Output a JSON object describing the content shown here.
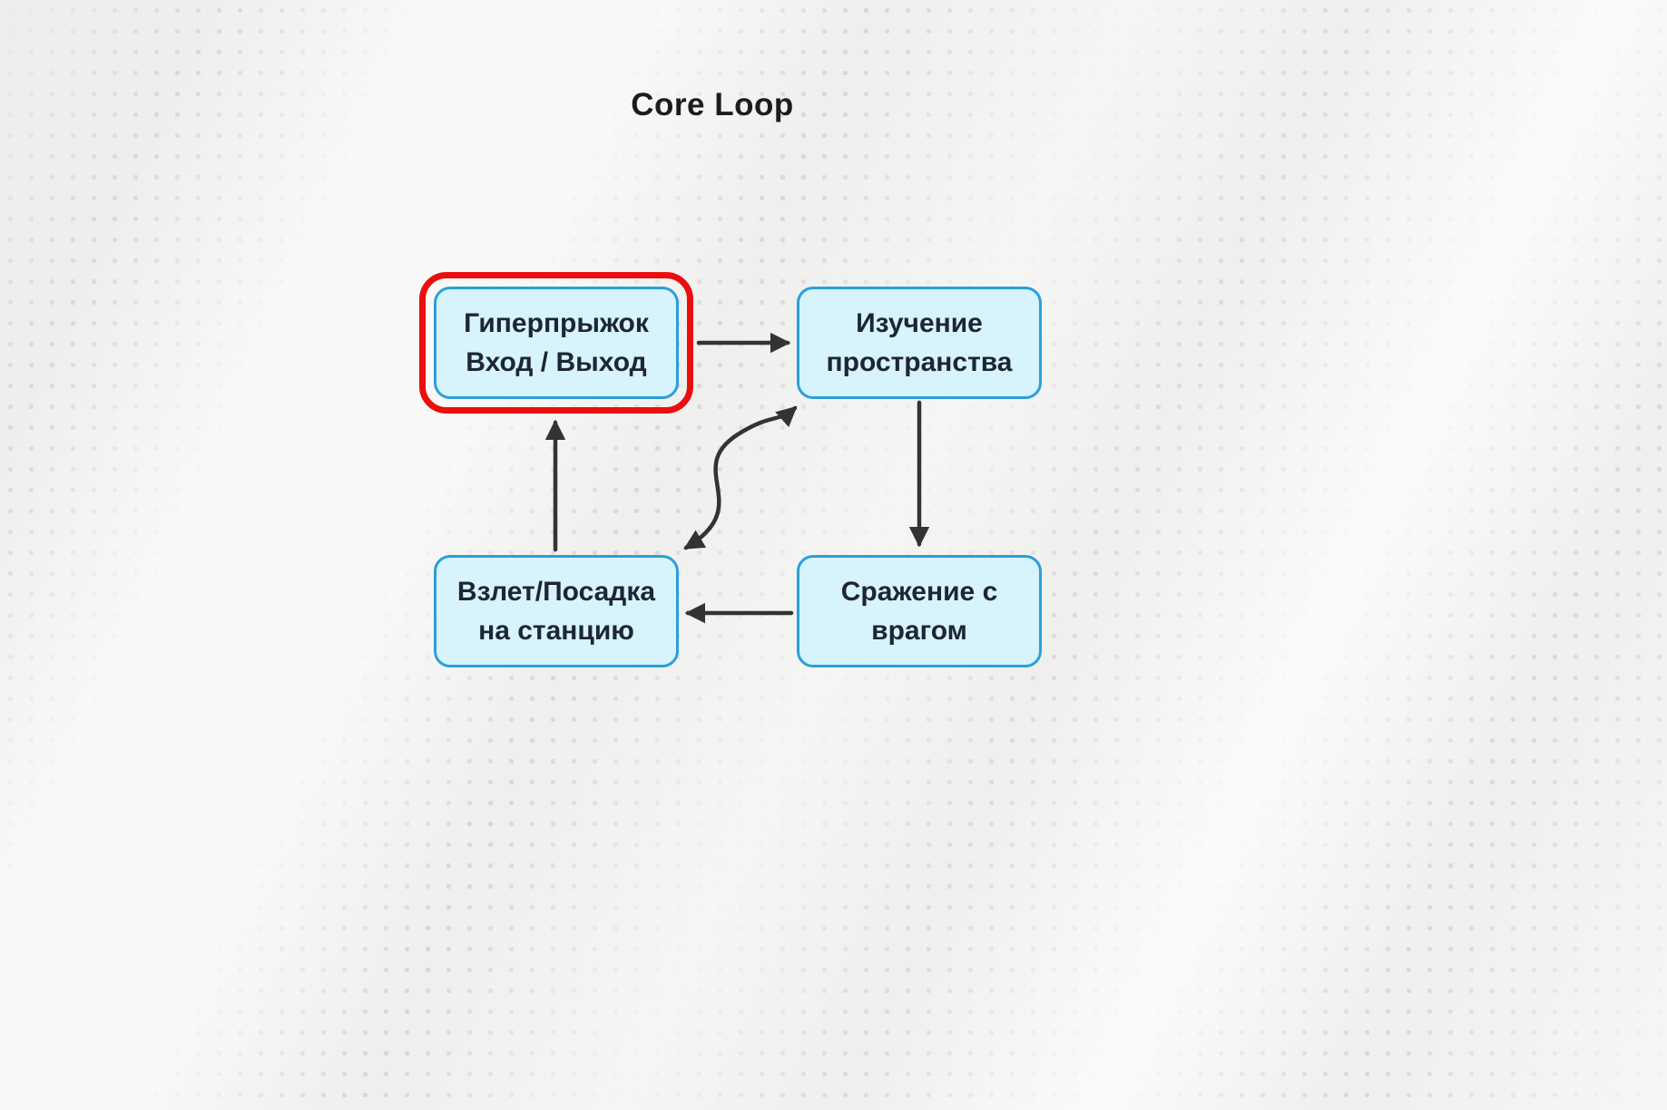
{
  "title": "Core Loop",
  "colors": {
    "node_fill": "#d7f3fb",
    "node_border": "#2b9fd9",
    "node_text": "#1d2633",
    "highlight": "#ea0e0e",
    "arrow": "#333333",
    "title_color": "#1c1c1c"
  },
  "nodes": [
    {
      "id": "hyperjump",
      "line1": "Гиперпрыжок",
      "line2": "Вход / Выход",
      "highlighted": true
    },
    {
      "id": "explore",
      "line1": "Изучение",
      "line2": "пространства",
      "highlighted": false
    },
    {
      "id": "combat",
      "line1": "Сражение с",
      "line2": "врагом",
      "highlighted": false
    },
    {
      "id": "station",
      "line1": "Взлет/Посадка",
      "line2": "на станцию",
      "highlighted": false
    }
  ],
  "edges": [
    {
      "from": "hyperjump",
      "to": "explore",
      "style": "straight"
    },
    {
      "from": "explore",
      "to": "combat",
      "style": "straight"
    },
    {
      "from": "combat",
      "to": "station",
      "style": "straight"
    },
    {
      "from": "station",
      "to": "hyperjump",
      "style": "straight"
    },
    {
      "from": "station",
      "to": "explore",
      "style": "wavy-bidirectional"
    }
  ]
}
